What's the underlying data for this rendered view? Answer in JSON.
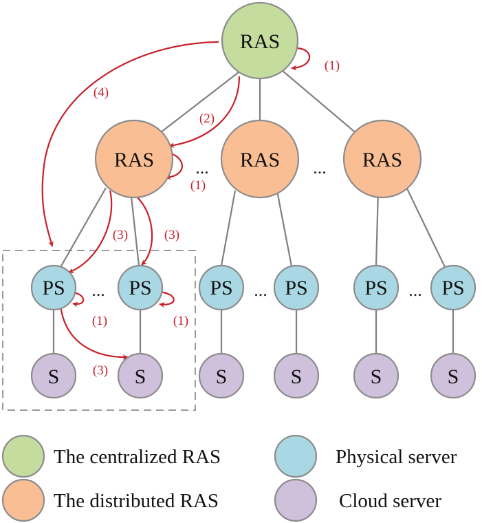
{
  "colors": {
    "centralized_ras": "#c5dc9f",
    "distributed_ras": "#f9be94",
    "physical_server": "#a9d8e4",
    "cloud_server": "#cfc0dc",
    "arrow": "#c8202a"
  },
  "nodes": {
    "central_ras": "RAS",
    "distributed_ras": [
      "RAS",
      "RAS",
      "RAS"
    ],
    "physical_servers": [
      "PS",
      "PS",
      "PS",
      "PS",
      "PS",
      "PS"
    ],
    "cloud_servers": [
      "S",
      "S",
      "S",
      "S",
      "S",
      "S"
    ]
  },
  "ellipses": [
    "...",
    "...",
    "...",
    "...",
    "..."
  ],
  "steps": {
    "central_self": "(1)",
    "central_to_distributed": "(2)",
    "central_to_group": "(4)",
    "distributed_self": "(1)",
    "distributed_to_ps_1": "(3)",
    "distributed_to_ps_2": "(3)",
    "ps_1_self": "(1)",
    "ps_2_self": "(1)",
    "ps_to_s": "(3)"
  },
  "legend": [
    {
      "label": "The centralized RAS",
      "color": "#c5dc9f"
    },
    {
      "label": "Physical server",
      "color": "#a9d8e4"
    },
    {
      "label": "The distributed RAS",
      "color": "#f9be94"
    },
    {
      "label": "Cloud server",
      "color": "#cfc0dc"
    }
  ]
}
